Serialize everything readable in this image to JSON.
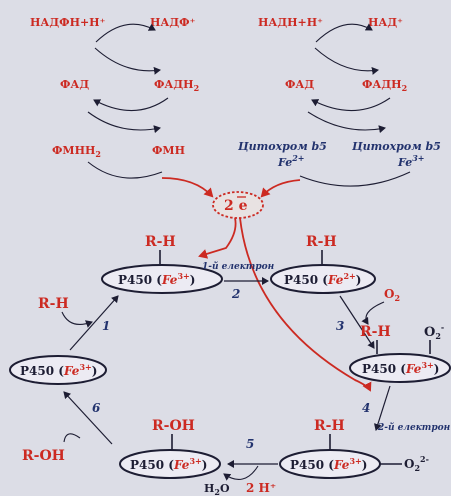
{
  "top_left": {
    "nadph": "НАДФН+Н⁺",
    "nadp": "НАДФ⁺",
    "fad": "ФАД",
    "fadh2": "ФАДН",
    "fadh2_sub": "2",
    "fmnh2": "ФМНН",
    "fmnh2_sub": "2",
    "fmn": "ФМН"
  },
  "top_right": {
    "nadh": "НАДН+Н⁺",
    "nad": "НАД⁺",
    "fad": "ФАД",
    "fadh2": "ФАДН",
    "fadh2_sub": "2",
    "cyt_left": "Цитохром b5",
    "cyt_right": "Цитохром b5",
    "fe_left": "Fe",
    "fe_left_sup": "2+",
    "fe_right": "Fe",
    "fe_right_sup": "3+"
  },
  "electrons": "2 e",
  "states": {
    "s1": "P450 (",
    "s1_fe": "Fe",
    "s1_sup": "3+",
    "s2": "P450 (",
    "s2_fe": "Fe",
    "s2_sup": "3+",
    "s3": "P450 (",
    "s3_fe": "Fe",
    "s3_sup": "2+",
    "s4": "P450 (",
    "s4_fe": "Fe",
    "s4_sup": "3+",
    "s5": "P450 (",
    "s5_fe": "Fe",
    "s5_sup": "3+",
    "s6": "P450 (",
    "s6_fe": "Fe",
    "s6_sup": "3+",
    "close": ")"
  },
  "labels": {
    "rh1": "R-H",
    "rh2": "R-H",
    "rh3": "R-H",
    "rh4": "R-H",
    "rh5": "R-H",
    "roh1": "R-OH",
    "roh2": "R-OH",
    "o2": "O",
    "o2_sub": "2",
    "o2_bound": "O",
    "o2_bound_sub": "2",
    "o2_bound_sup": "-",
    "o2_2m": "O",
    "o2_2m_sub": "2",
    "o2_2m_sup": "2-",
    "h2o": "H",
    "h2o_sub": "2",
    "h2o_end": "O",
    "two_h": "2 H⁺",
    "e1": "1-й електрон",
    "e2": "2-й електрон"
  },
  "steps": [
    "1",
    "2",
    "3",
    "4",
    "5",
    "6"
  ]
}
